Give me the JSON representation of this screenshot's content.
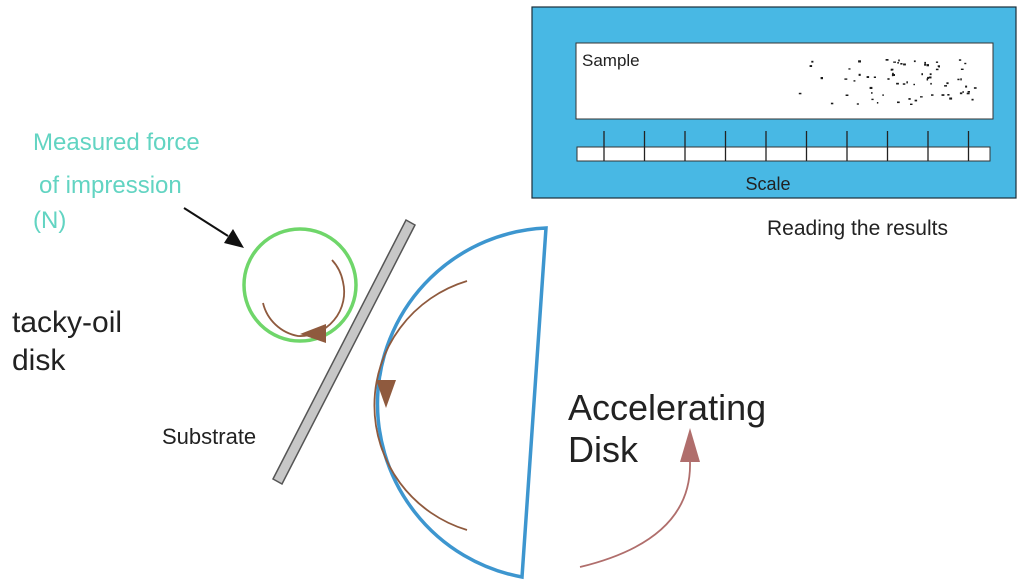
{
  "colors": {
    "panel": "#48b8e4",
    "panel_border": "#1a2e3a",
    "force_text": "#62d4c2",
    "tacky_circle": "#6fd66a",
    "accel_disk": "#3d96cf",
    "substrate": "#c7c7c7",
    "arrow_brown": "#8f5a3e",
    "arrow_red": "#b06e6c",
    "text": "#222222"
  },
  "labels": {
    "force_line1": "Measured force",
    "force_line2": "of impression",
    "force_line3": "(N)",
    "tacky_line1": "tacky-oil",
    "tacky_line2": "disk",
    "substrate": "Substrate",
    "accel_line1": "Accelerating",
    "accel_line2": "Disk",
    "sample": "Sample",
    "scale": "Scale",
    "reading": "Reading the results"
  },
  "icons": {
    "force_pointer": "pointer-arrow-icon",
    "rotation": "curved-arrow-icon"
  }
}
